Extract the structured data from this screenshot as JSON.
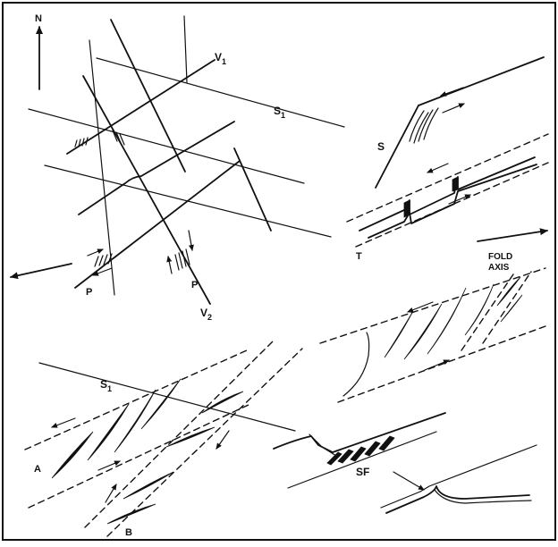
{
  "labels": {
    "north": "N",
    "v1_main": "V",
    "v1_sub": "1",
    "v2_main": "V",
    "v2_sub": "2",
    "s1_top_main": "S",
    "s1_top_sub": "1",
    "s1_bottom_main": "S",
    "s1_bottom_sub": "1",
    "p_left": "P",
    "p_right": "P",
    "s_right": "S",
    "t": "T",
    "fold_axis_line1": "FOLD",
    "fold_axis_line2": "AXIS",
    "a": "A",
    "b": "B",
    "sf": "SF"
  },
  "colors": {
    "ink": "#111111",
    "background": "#ffffff"
  }
}
